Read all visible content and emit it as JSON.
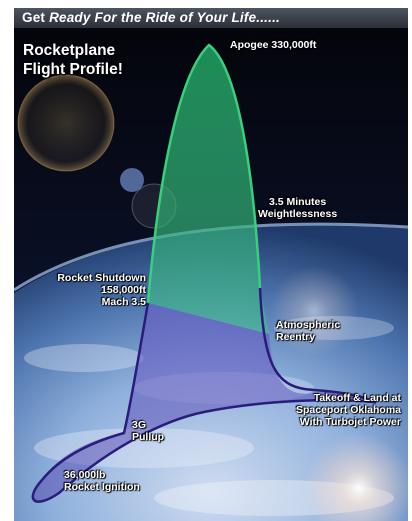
{
  "banner": {
    "lead": "Get",
    "rest": "Ready For the Ride of Your Life......"
  },
  "title": {
    "line1": "Rocketplane",
    "line2": "Flight Profile!"
  },
  "labels": {
    "apogee": "Apogee 330,000ft",
    "weightless_1": "3.5 Minutes",
    "weightless_2": "Weightlessness",
    "shutdown_1": "Rocket Shutdown",
    "shutdown_2": "158,000ft",
    "shutdown_3": "Mach 3.5",
    "reentry_1": "Atmospheric",
    "reentry_2": "Reentry",
    "takeoff_1": "Takeoff & Land at",
    "takeoff_2": "Spaceport Oklahoma",
    "takeoff_3": "With Turbojet Power",
    "pullup_1": "3G",
    "pullup_2": "Pullup",
    "ignition_1": "36,000lb",
    "ignition_2": "Rocket Ignition"
  },
  "colors": {
    "space": "#05070f",
    "earth_blue": "#6b8fc4",
    "cloud": "#dfe6f2",
    "weightless_fill": "#1d8a5a",
    "weightless_stroke": "#39d07d",
    "lower_fill": "#5a4bb0",
    "lower_stroke": "#2a1c7a"
  }
}
